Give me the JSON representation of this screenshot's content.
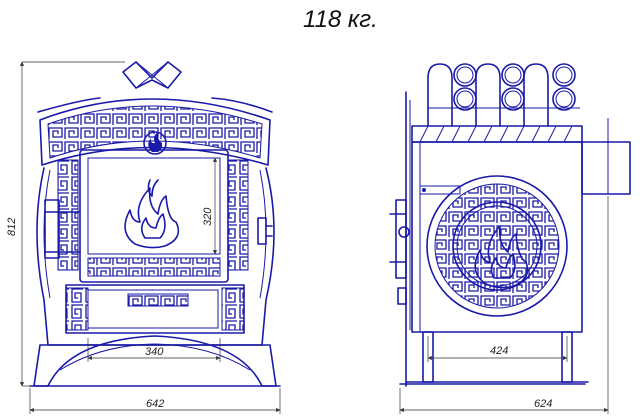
{
  "weight_label": "118 кг.",
  "front_view": {
    "height_dim": "812",
    "width_dim": "642",
    "door_width_dim": "340",
    "door_height_dim": "320"
  },
  "side_view": {
    "depth_dim": "624",
    "leg_span_dim": "424"
  },
  "colors": {
    "line": "#1a1aa8",
    "dimension": "#333333",
    "background": "#ffffff"
  }
}
